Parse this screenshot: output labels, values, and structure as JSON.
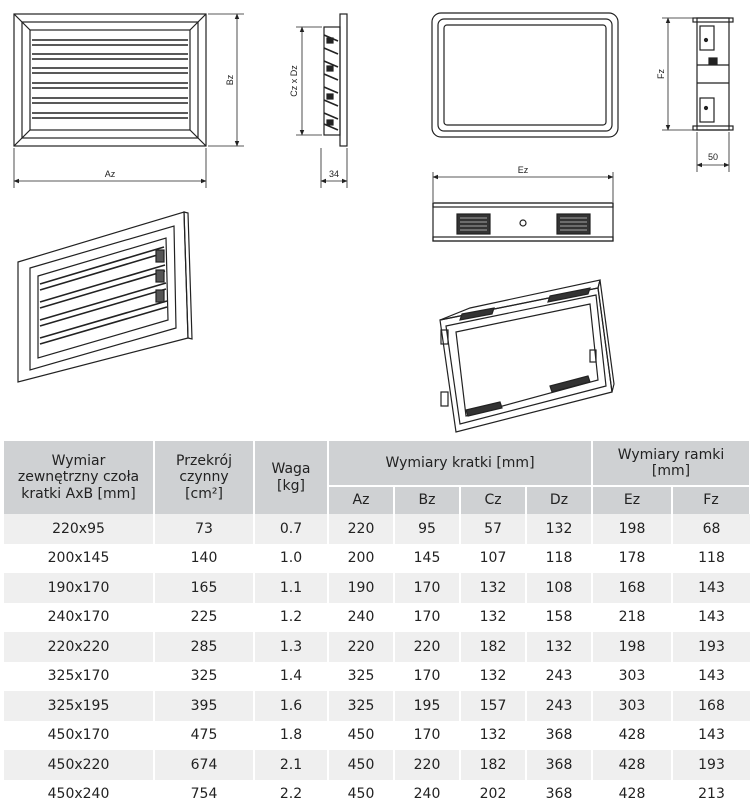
{
  "dimension_labels": {
    "az": "Az",
    "bz": "Bz",
    "cz_dz": "Cz x Dz",
    "depth_34": "34",
    "ez": "Ez",
    "fz": "Fz",
    "depth_50": "50"
  },
  "table": {
    "headers": {
      "col1": [
        "Wymiar",
        "zewnętrzny czoła",
        "kratki AxB [mm]"
      ],
      "col2": [
        "Przekrój",
        "czynny",
        "[cm²]"
      ],
      "col3": [
        "Waga",
        "[kg]"
      ],
      "grille_group": "Wymiary kratki [mm]",
      "frame_group": [
        "Wymiary ramki",
        "[mm]"
      ],
      "sub": [
        "Az",
        "Bz",
        "Cz",
        "Dz",
        "Ez",
        "Fz"
      ]
    },
    "rows": [
      [
        "220x95",
        "73",
        "0.7",
        "220",
        "95",
        "57",
        "132",
        "198",
        "68"
      ],
      [
        "200x145",
        "140",
        "1.0",
        "200",
        "145",
        "107",
        "118",
        "178",
        "118"
      ],
      [
        "190x170",
        "165",
        "1.1",
        "190",
        "170",
        "132",
        "108",
        "168",
        "143"
      ],
      [
        "240x170",
        "225",
        "1.2",
        "240",
        "170",
        "132",
        "158",
        "218",
        "143"
      ],
      [
        "220x220",
        "285",
        "1.3",
        "220",
        "220",
        "182",
        "132",
        "198",
        "193"
      ],
      [
        "325x170",
        "325",
        "1.4",
        "325",
        "170",
        "132",
        "243",
        "303",
        "143"
      ],
      [
        "325x195",
        "395",
        "1.6",
        "325",
        "195",
        "157",
        "243",
        "303",
        "168"
      ],
      [
        "450x170",
        "475",
        "1.8",
        "450",
        "170",
        "132",
        "368",
        "428",
        "143"
      ],
      [
        "450x220",
        "674",
        "2.1",
        "450",
        "220",
        "182",
        "368",
        "428",
        "193"
      ],
      [
        "450x240",
        "754",
        "2.2",
        "450",
        "240",
        "202",
        "368",
        "428",
        "213"
      ]
    ]
  }
}
